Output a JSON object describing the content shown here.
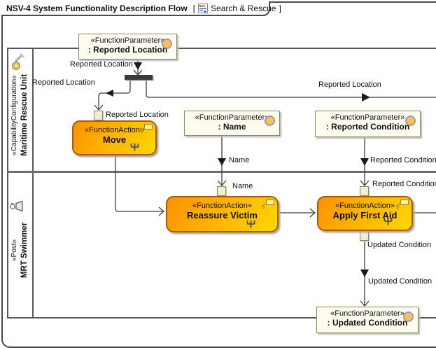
{
  "frame": {
    "title": "NSV-4 System Functionality Description Flow",
    "bracket_open": "[",
    "context_name": "Search & Rescue",
    "bracket_close": "]",
    "diagram_icon": "nsv-diagram-icon"
  },
  "lanes": [
    {
      "stereotype": "«CapabilityConfiguration»",
      "name": "Maritime Rescue Unit",
      "icon": "capability-configuration-icon"
    },
    {
      "stereotype": "«Post»",
      "name": "MRT Swimmer",
      "icon": "post-icon"
    }
  ],
  "parameters": [
    {
      "stereotype": "«FunctionParameter»",
      "name": ": Reported Location"
    },
    {
      "stereotype": "«FunctionParameter»",
      "name": ": Name"
    },
    {
      "stereotype": "«FunctionParameter»",
      "name": ": Reported Condition"
    },
    {
      "stereotype": "«FunctionParameter»",
      "name": ": Updated Condition"
    }
  ],
  "actions": [
    {
      "stereotype": "«FunctionAction»",
      "name": "Move"
    },
    {
      "stereotype": "«FunctionAction»",
      "name": "Reassure Victim"
    },
    {
      "stereotype": "«FunctionAction»",
      "name": "Apply First Aid"
    }
  ],
  "edge_labels": {
    "reported_location_top": "Reported Location",
    "reported_location_left": "Reported Location",
    "reported_location_move_pin": "Reported Location",
    "reported_location_right": "Reported Location",
    "name_upper": "Name",
    "name_pin": "Name",
    "reported_condition_upper": "Reported Condition",
    "reported_condition_pin": "Reported Condition",
    "updated_condition_pin": "Updated Condition",
    "updated_condition_lower": "Updated Condition"
  },
  "colors": {
    "action_gradient_start": "#FD9100",
    "action_gradient_end": "#FFD600",
    "action_border": "#A85C00",
    "parameter_fill": "#FDFCEE",
    "parameter_border": "#8A8A5E",
    "parameter_circle": "#FFC24D",
    "fork_bar": "#3B3B3D",
    "lane_border": "#59595C",
    "connector": "#3E3E40"
  }
}
